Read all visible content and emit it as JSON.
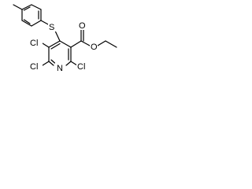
{
  "molecule": {
    "atom_labels": {
      "sulfur": "S",
      "chloro_top_left": "Cl",
      "chloro_bottom_left": "Cl",
      "chloro_bottom_right": "Cl",
      "ring_nitrogen": "N",
      "carbonyl_oxygen": "O",
      "ester_oxygen": "O"
    }
  }
}
